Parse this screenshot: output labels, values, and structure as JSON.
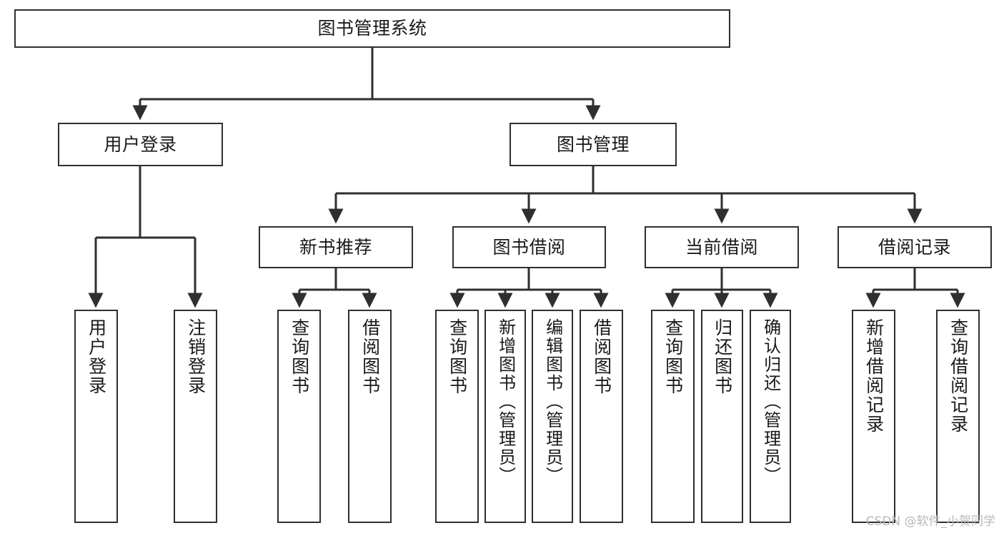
{
  "diagram": {
    "title": "图书管理系统",
    "type": "tree",
    "watermark": "CSDN @软件_小贺同学",
    "colors": {
      "background": "#ffffff",
      "box_border": "#2f2f2f",
      "box_fill": "#ffffff",
      "connector": "#2f2f2f",
      "text": "#1a1a1a",
      "watermark": "#b9b9b9"
    },
    "root": {
      "label": "图书管理系统"
    },
    "level2": [
      {
        "id": "user-login",
        "label": "用户登录"
      },
      {
        "id": "book-manage",
        "label": "图书管理"
      }
    ],
    "level3": [
      {
        "id": "new-book-recommend",
        "label": "新书推荐"
      },
      {
        "id": "book-borrow",
        "label": "图书借阅"
      },
      {
        "id": "current-borrow",
        "label": "当前借阅"
      },
      {
        "id": "borrow-record",
        "label": "借阅记录"
      }
    ],
    "leaves": {
      "user_login": [
        {
          "id": "leaf-user-login",
          "label": "用户登录"
        },
        {
          "id": "leaf-logout-login",
          "label": "注销登录"
        }
      ],
      "new_book_recommend": [
        {
          "id": "leaf-query-book-1",
          "label": "查询图书"
        },
        {
          "id": "leaf-borrow-book-1",
          "label": "借阅图书"
        }
      ],
      "book_borrow": [
        {
          "id": "leaf-query-book-2",
          "label": "查询图书"
        },
        {
          "id": "leaf-add-book",
          "label": "新增图书（管理员）"
        },
        {
          "id": "leaf-edit-book",
          "label": "编辑图书（管理员）"
        },
        {
          "id": "leaf-borrow-book-2",
          "label": "借阅图书"
        }
      ],
      "current_borrow": [
        {
          "id": "leaf-query-book-3",
          "label": "查询图书"
        },
        {
          "id": "leaf-return-book",
          "label": "归还图书"
        },
        {
          "id": "leaf-confirm-return",
          "label": "确认归还（管理员）"
        }
      ],
      "borrow_record": [
        {
          "id": "leaf-add-record",
          "label": "新增借阅记录"
        },
        {
          "id": "leaf-query-record",
          "label": "查询借阅记录"
        }
      ]
    }
  }
}
